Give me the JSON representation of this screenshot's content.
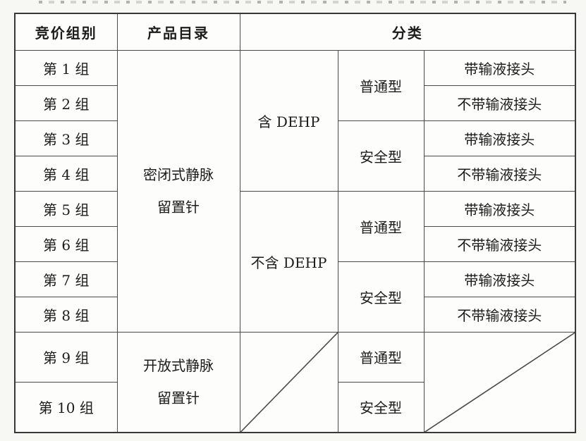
{
  "table": {
    "headers": {
      "bid_group": "竞价组别",
      "product_catalog": "产品目录",
      "classification": "分类"
    },
    "groups": [
      "第 1 组",
      "第 2 组",
      "第 3 组",
      "第 4 组",
      "第 5 组",
      "第 6 组",
      "第 7 组",
      "第 8 组",
      "第 9 组",
      "第 10 组"
    ],
    "products": {
      "closed": {
        "line1": "密闭式静脉",
        "line2": "留置针"
      },
      "open": {
        "line1": "开放式静脉",
        "line2": "留置针"
      }
    },
    "dehp": {
      "with_dehp": "含 DEHP",
      "without_dehp": "不含 DEHP"
    },
    "types": {
      "normal": "普通型",
      "safety": "安全型"
    },
    "connectors": {
      "with_connector": "带输液接头",
      "without_connector": "不带输液接头"
    }
  },
  "colors": {
    "page_background": "#f7f7f4",
    "table_background": "#fdfdfb",
    "border": "#4a4a4a",
    "border_strong": "#383838",
    "text": "#1c1c1c"
  }
}
